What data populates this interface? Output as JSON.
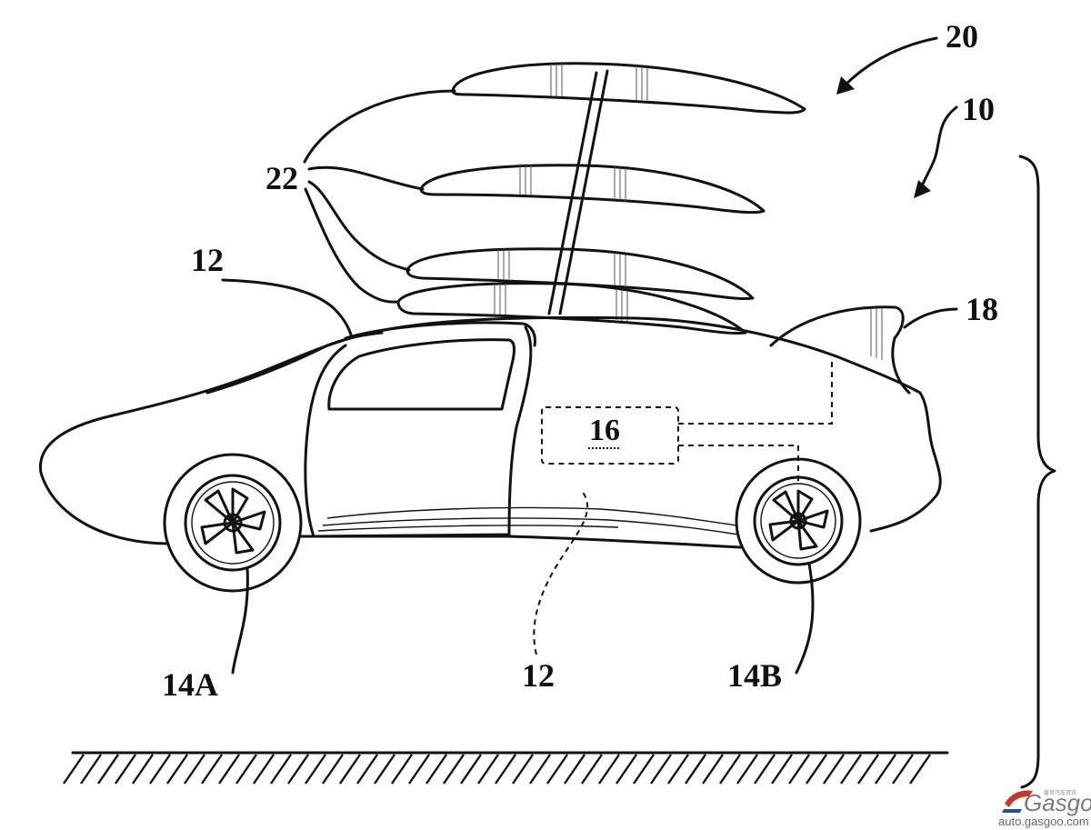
{
  "labels": {
    "ref_20": "20",
    "ref_10": "10",
    "ref_22": "22",
    "ref_12_top": "12",
    "ref_18": "18",
    "ref_16": "16",
    "ref_14a": "14A",
    "ref_12_bottom": "12",
    "ref_14b": "14B"
  },
  "watermark": {
    "brand": "Gasgoo",
    "tagline": "盖世汽车资讯",
    "url": "auto.gasgoo.com"
  },
  "colors": {
    "line": "#111111",
    "background": "#ffffff"
  }
}
